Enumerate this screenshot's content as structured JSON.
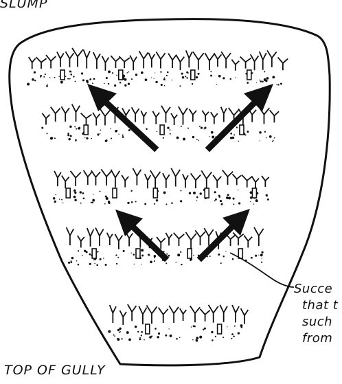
{
  "labels": {
    "top": "SLUMP",
    "bottom": "TOP OF GULLY"
  },
  "caption_lines": [
    "Succe",
    "that t",
    "such",
    "from"
  ],
  "colors": {
    "ink": "#111111",
    "paper": "#ffffff"
  },
  "rows": [
    {
      "name": "row-1",
      "plants": 28,
      "stumps": 4
    },
    {
      "name": "row-2",
      "plants": 24,
      "stumps": 3
    },
    {
      "name": "row-3",
      "plants": 22,
      "stumps": 5
    },
    {
      "name": "row-4",
      "plants": 20,
      "stumps": 4
    },
    {
      "name": "row-5",
      "plants": 14,
      "stumps": 2
    }
  ]
}
